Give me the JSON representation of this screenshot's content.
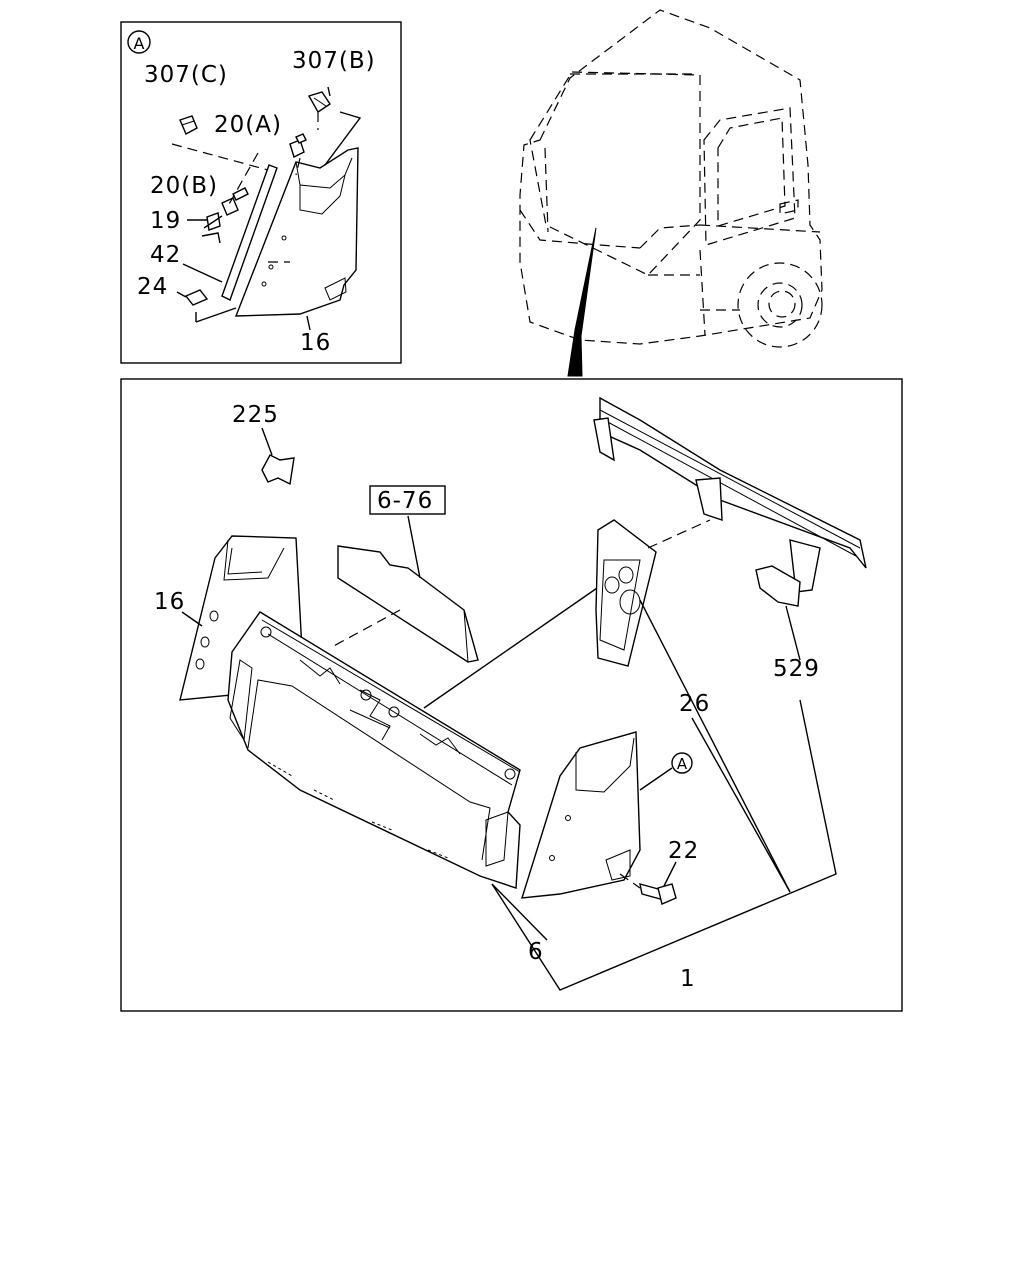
{
  "inset": {
    "marker": "A",
    "labels": {
      "clip_c": "307(C)",
      "clip_b": "307(B)",
      "screw_a": "20(A)",
      "screw_b": "20(B)",
      "pad_19": "19",
      "strip_42": "42",
      "pad_24": "24",
      "panel_16": "16"
    }
  },
  "main": {
    "labels": {
      "bracket_225": "225",
      "ref_6_76": "6-76",
      "panel_16": "16",
      "reinforcement_26": "26",
      "bracket_529": "529",
      "marker_a": "A",
      "bolt_22": "22",
      "grille_6": "6",
      "assembly_1": "1"
    }
  }
}
